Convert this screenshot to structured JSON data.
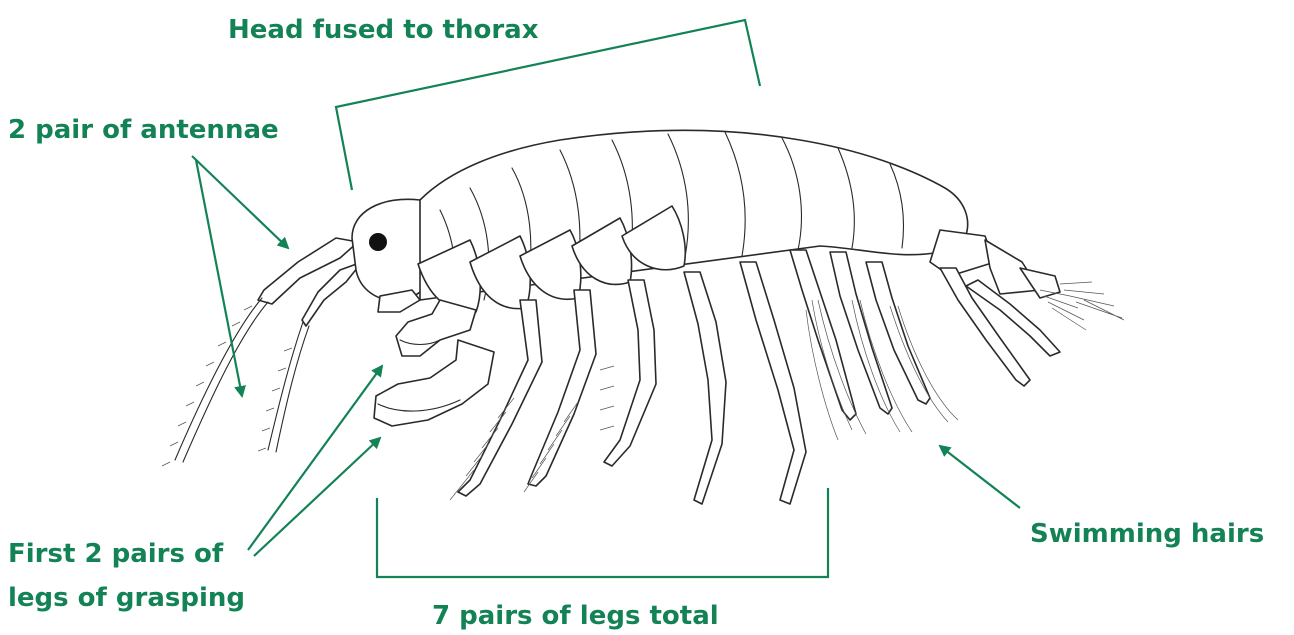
{
  "labels": {
    "head": "Head fused to thorax",
    "antennae": "2 pair of antennae",
    "grasping_line1": "First 2 pairs of",
    "grasping_line2": "legs of grasping",
    "legs_total": "7 pairs of legs total",
    "swimming": "Swimming hairs"
  },
  "colors": {
    "label": "#138356",
    "ink": "#2a2a2a"
  }
}
